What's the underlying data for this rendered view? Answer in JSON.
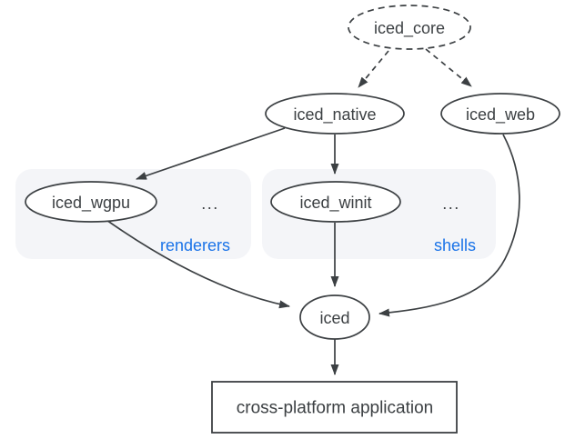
{
  "diagram": {
    "nodes": {
      "iced_core": {
        "label": "iced_core",
        "shape": "ellipse-dashed"
      },
      "iced_native": {
        "label": "iced_native",
        "shape": "ellipse"
      },
      "iced_web": {
        "label": "iced_web",
        "shape": "ellipse"
      },
      "iced_wgpu": {
        "label": "iced_wgpu",
        "shape": "ellipse"
      },
      "iced_winit": {
        "label": "iced_winit",
        "shape": "ellipse"
      },
      "iced": {
        "label": "iced",
        "shape": "ellipse"
      },
      "app": {
        "label": "cross-platform application",
        "shape": "rectangle"
      }
    },
    "groups": {
      "renderers": {
        "label": "renderers",
        "ellipsis": "...",
        "contains": [
          "iced_wgpu"
        ]
      },
      "shells": {
        "label": "shells",
        "ellipsis": "...",
        "contains": [
          "iced_winit"
        ]
      }
    },
    "edges": [
      {
        "from": "iced_core",
        "to": "iced_native",
        "style": "dashed"
      },
      {
        "from": "iced_core",
        "to": "iced_web",
        "style": "dashed"
      },
      {
        "from": "iced_native",
        "to": "iced_wgpu",
        "style": "solid"
      },
      {
        "from": "iced_native",
        "to": "iced_winit",
        "style": "solid"
      },
      {
        "from": "iced_wgpu",
        "to": "iced",
        "style": "solid"
      },
      {
        "from": "iced_winit",
        "to": "iced",
        "style": "solid"
      },
      {
        "from": "iced_web",
        "to": "iced",
        "style": "solid"
      },
      {
        "from": "iced",
        "to": "app",
        "style": "solid"
      }
    ],
    "colors": {
      "stroke": "#3c4043",
      "text": "#3c4043",
      "node_fill": "#ffffff",
      "background": "#ffffff",
      "group_background": "#f4f5f8",
      "group_label": "#1a73e8"
    }
  }
}
